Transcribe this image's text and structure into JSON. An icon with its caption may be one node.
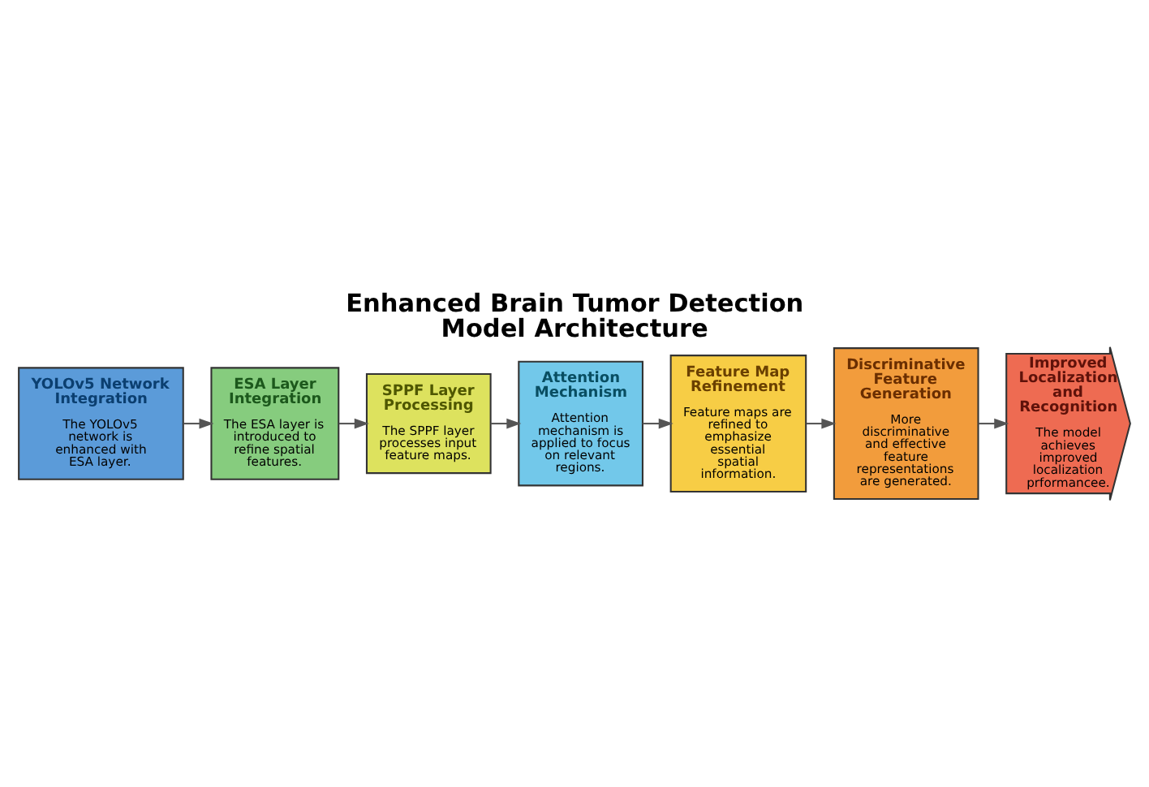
{
  "diagram": {
    "title": "Enhanced Brain Tumor Detection Model Architecture",
    "nodes": [
      {
        "text": [
          "YOLOv5 Network Integration",
          "The YOLOv5 network is enhanced with ESA layer."
        ]
      },
      {
        "text": [
          "ESA Layer Integration",
          "The ESA layer is introduced to refine spatial features."
        ]
      },
      {
        "text": [
          "SPPF Layer Processing",
          "The SPPF layer processes input feature maps."
        ]
      },
      {
        "text": [
          "Attention Mechanism",
          "Attention mechanism is applied to focus on relevant regions."
        ]
      },
      {
        "text": [
          "Feature Map Refinement",
          "Feature maps are refined to emphasize essential spatial information."
        ]
      },
      {
        "text": [
          "Discriminative Feature Generation",
          "More discriminative and effective feature representations are generated."
        ]
      },
      {
        "text": [
          "Improved Localization and Recognition",
          "The model achieves improved localization prformancee."
        ]
      }
    ],
    "edges": [
      {
        "from": 0,
        "to": 1,
        "arrow": "to"
      },
      {
        "from": 1,
        "to": 2,
        "arrow": "to"
      },
      {
        "from": 2,
        "to": 3,
        "arrow": "to"
      },
      {
        "from": 3,
        "to": 4,
        "arrow": "to"
      },
      {
        "from": 4,
        "to": 5,
        "arrow": "to"
      },
      {
        "from": 5,
        "to": 6,
        "arrow": "to"
      }
    ]
  }
}
